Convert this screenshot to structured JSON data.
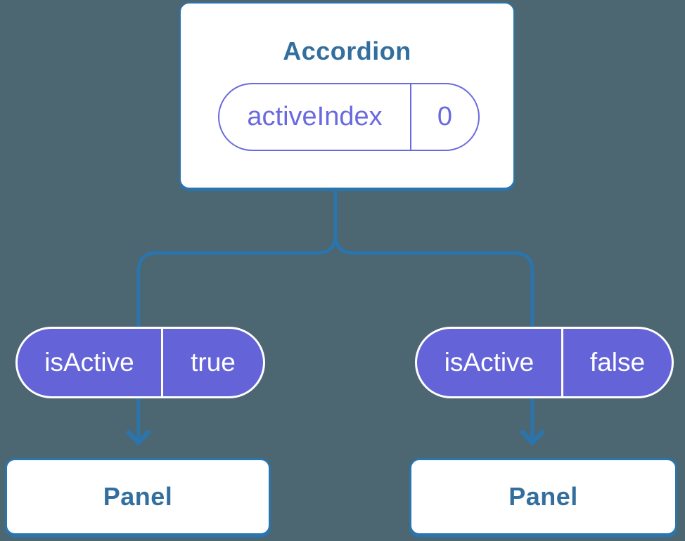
{
  "colors": {
    "background": "#4C6672",
    "connector_blue": "#2C74AC",
    "node_text_blue": "#336F9E",
    "pill_purple_fill": "#6464D8",
    "pill_purple_outline": "#6A6AE0",
    "node_fill": "#FFFFFF"
  },
  "tree": {
    "root": {
      "title": "Accordion",
      "state_pill": {
        "name": "activeIndex",
        "value": "0"
      }
    },
    "children": [
      {
        "prop_pill": {
          "name": "isActive",
          "value": "true"
        },
        "panel": {
          "title": "Panel"
        }
      },
      {
        "prop_pill": {
          "name": "isActive",
          "value": "false"
        },
        "panel": {
          "title": "Panel"
        }
      }
    ]
  }
}
